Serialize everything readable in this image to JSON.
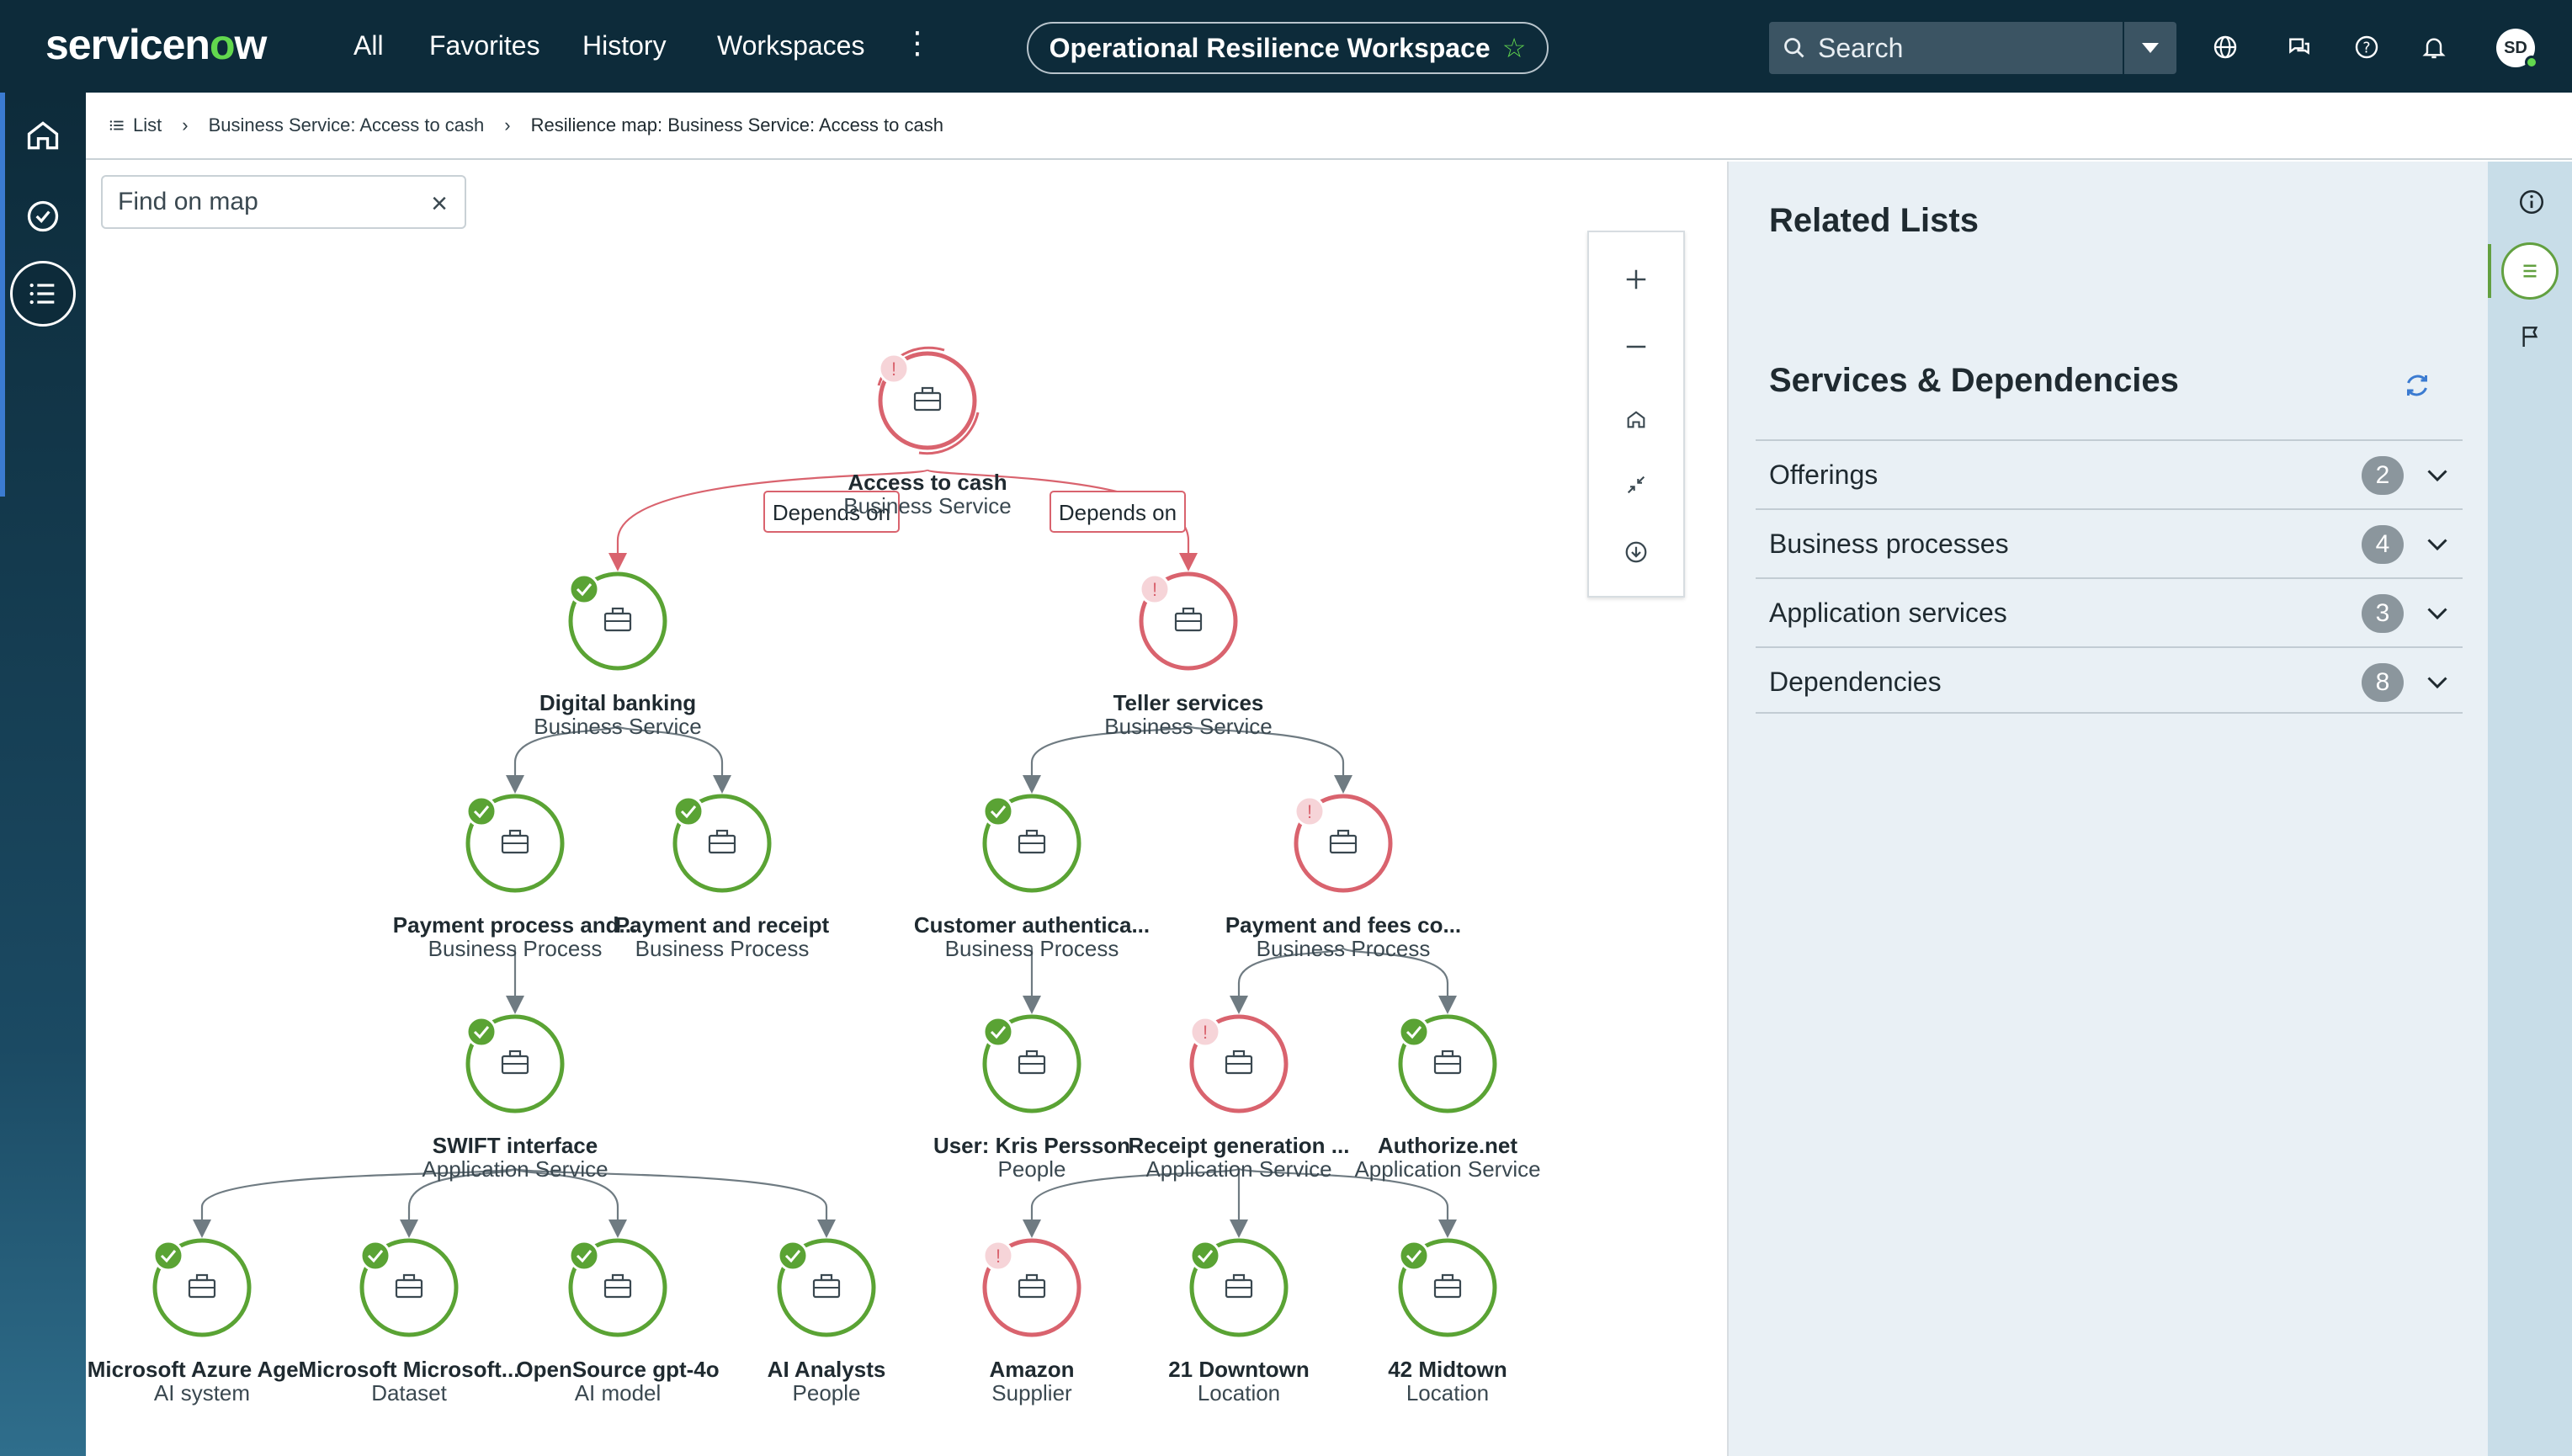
{
  "nav": {
    "logo": "servicenow",
    "links": [
      "All",
      "Favorites",
      "History",
      "Workspaces"
    ],
    "workspace_title": "Operational Resilience Workspace",
    "search_placeholder": "Search",
    "avatar_initials": "SD"
  },
  "breadcrumb": {
    "list_label": "List",
    "item1": "Business Service: Access to cash",
    "current": "Resilience map: Business Service: Access to cash"
  },
  "map": {
    "find_placeholder": "Find on map",
    "edge_labels": {
      "left": "Depends on",
      "right": "Depends on"
    },
    "nodes": [
      {
        "id": "access",
        "name": "Access to cash",
        "type": "Business Service",
        "status": "warning"
      },
      {
        "id": "digital",
        "name": "Digital banking",
        "type": "Business Service",
        "status": "ok"
      },
      {
        "id": "teller",
        "name": "Teller services",
        "type": "Business Service",
        "status": "warning"
      },
      {
        "id": "payproc",
        "name": "Payment process and...",
        "type": "Business Process",
        "status": "ok"
      },
      {
        "id": "payreceipt",
        "name": "Payment and receipt",
        "type": "Business Process",
        "status": "ok"
      },
      {
        "id": "custauth",
        "name": "Customer authentica...",
        "type": "Business Process",
        "status": "ok"
      },
      {
        "id": "payfees",
        "name": "Payment and fees co...",
        "type": "Business Process",
        "status": "warning"
      },
      {
        "id": "swift",
        "name": "SWIFT interface",
        "type": "Application Service",
        "status": "ok"
      },
      {
        "id": "kris",
        "name": "User: Kris Persson",
        "type": "People",
        "status": "ok"
      },
      {
        "id": "receiptgen",
        "name": "Receipt generation ...",
        "type": "Application Service",
        "status": "warning"
      },
      {
        "id": "authnet",
        "name": "Authorize.net",
        "type": "Application Service",
        "status": "ok"
      },
      {
        "id": "azure",
        "name": "Microsoft Azure Age...",
        "type": "AI system",
        "status": "ok"
      },
      {
        "id": "msdata",
        "name": "Microsoft Microsoft...",
        "type": "Dataset",
        "status": "ok"
      },
      {
        "id": "gpt",
        "name": "OpenSource gpt-4o",
        "type": "AI model",
        "status": "ok"
      },
      {
        "id": "aianalysts",
        "name": "AI Analysts",
        "type": "People",
        "status": "ok"
      },
      {
        "id": "amazon",
        "name": "Amazon",
        "type": "Supplier",
        "status": "warning"
      },
      {
        "id": "downtown",
        "name": "21 Downtown",
        "type": "Location",
        "status": "ok"
      },
      {
        "id": "midtown",
        "name": "42 Midtown",
        "type": "Location",
        "status": "ok"
      }
    ]
  },
  "related": {
    "title": "Related Lists",
    "section_title": "Services & Dependencies",
    "rows": [
      {
        "label": "Offerings",
        "count": "2"
      },
      {
        "label": "Business processes",
        "count": "4"
      },
      {
        "label": "Application services",
        "count": "3"
      },
      {
        "label": "Dependencies",
        "count": "8"
      }
    ]
  },
  "colors": {
    "nav_bg": "#0d2b3a",
    "ok": "#5aa334",
    "warning": "#d9636e",
    "panel_bg": "#e9f0f5"
  }
}
